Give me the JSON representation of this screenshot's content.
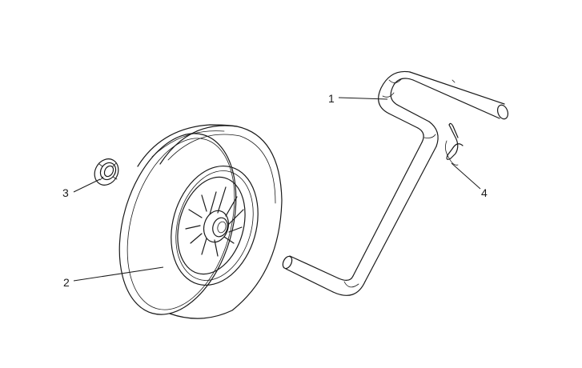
{
  "callouts": {
    "handle": "1",
    "wheel": "2",
    "nut": "3",
    "pin": "4"
  },
  "colors": {
    "ink": "#1a1a1a",
    "background": "#ffffff"
  }
}
